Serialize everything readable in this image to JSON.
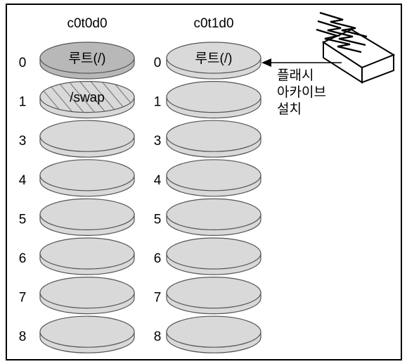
{
  "disks": [
    {
      "name": "c0t0d0",
      "slices": [
        {
          "num": "0",
          "label": "루트(/)",
          "fill": "dark"
        },
        {
          "num": "1",
          "label": "/swap",
          "fill": "hatched"
        },
        {
          "num": "3",
          "label": "",
          "fill": "light"
        },
        {
          "num": "4",
          "label": "",
          "fill": "light"
        },
        {
          "num": "5",
          "label": "",
          "fill": "light"
        },
        {
          "num": "6",
          "label": "",
          "fill": "light"
        },
        {
          "num": "7",
          "label": "",
          "fill": "light"
        },
        {
          "num": "8",
          "label": "",
          "fill": "light"
        }
      ]
    },
    {
      "name": "c0t1d0",
      "slices": [
        {
          "num": "0",
          "label": "루트(/)",
          "fill": "light"
        },
        {
          "num": "1",
          "label": "",
          "fill": "light"
        },
        {
          "num": "3",
          "label": "",
          "fill": "light"
        },
        {
          "num": "4",
          "label": "",
          "fill": "light"
        },
        {
          "num": "5",
          "label": "",
          "fill": "light"
        },
        {
          "num": "6",
          "label": "",
          "fill": "light"
        },
        {
          "num": "7",
          "label": "",
          "fill": "light"
        },
        {
          "num": "8",
          "label": "",
          "fill": "light"
        }
      ]
    }
  ],
  "flash_label": [
    "플래시",
    "아카이브",
    "설치"
  ],
  "colors": {
    "dark_fill": "#b8b8b8",
    "light_fill": "#d9d9d9",
    "stroke": "#555555",
    "hatch": "#777777",
    "border": "#000000"
  },
  "icons": {
    "source": "lightning-bolt-icon",
    "device": "flash-archive-box-icon"
  }
}
